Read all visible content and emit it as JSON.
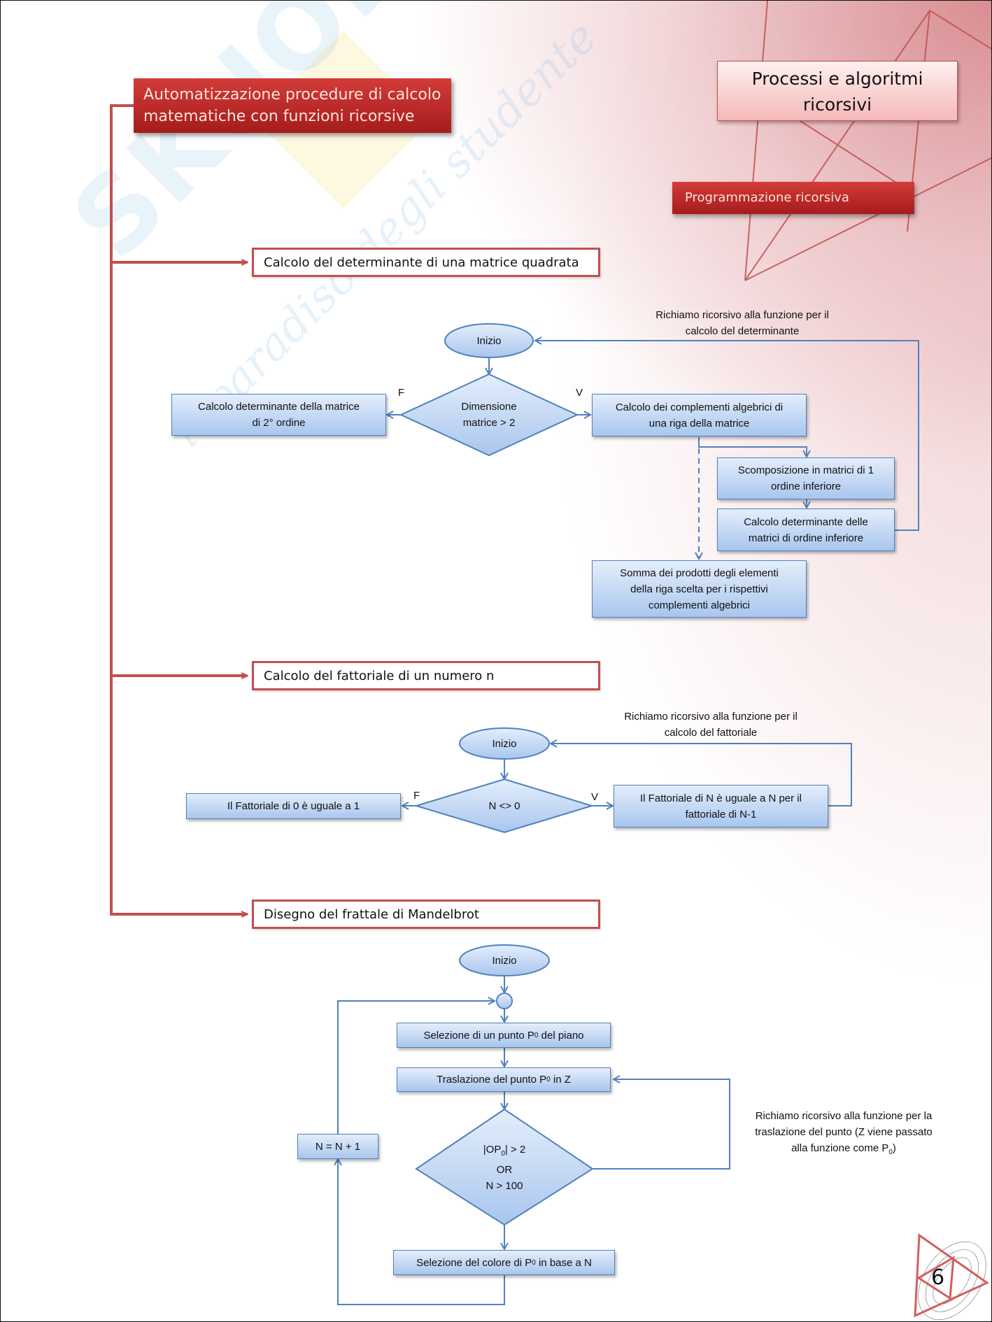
{
  "header": {
    "main_title": "Processi e algoritmi ricorsivi",
    "main_title_lines": [
      "Processi e algoritmi",
      "ricorsivi"
    ],
    "subtitle": "Programmazione ricorsiva",
    "topic_title": "Automatizzazione procedure di calcolo matematiche con funzioni ricorsive",
    "topic_title_lines": [
      "Automatizzazione procedure di calcolo",
      "matematiche con funzioni ricorsive"
    ]
  },
  "watermark": {
    "brand": "SKUOLA.net",
    "tagline": "il paradiso degli studente"
  },
  "sections": [
    {
      "title": "Calcolo del determinante di una matrice quadrata"
    },
    {
      "title": "Calcolo del fattoriale di un numero n"
    },
    {
      "title": "Disegno del frattale di Mandelbrot"
    }
  ],
  "determinant_flow": {
    "start": "Inizio",
    "decision_lines": [
      "Dimensione",
      "matrice > 2"
    ],
    "false_label": "F",
    "true_label": "V",
    "false_branch_lines": [
      "Calcolo determinante della matrice",
      "di 2° ordine"
    ],
    "true_branch_lines": [
      "Calcolo dei complementi algebrici di",
      "una riga della matrice"
    ],
    "decompose_lines": [
      "Scomposizione in matrici di 1",
      "ordine inferiore"
    ],
    "sub_determinant_lines": [
      "Calcolo determinante delle",
      "matrici di ordine inferiore"
    ],
    "sum_lines": [
      "Somma dei prodotti degli elementi",
      "della riga scelta per i rispettivi",
      "complementi algebrici"
    ],
    "recursion_note_lines": [
      "Richiamo ricorsivo alla funzione per il",
      "calcolo del determinante"
    ]
  },
  "factorial_flow": {
    "start": "Inizio",
    "decision": "N <> 0",
    "false_label": "F",
    "true_label": "V",
    "false_branch": "Il Fattoriale di 0 è uguale a 1",
    "true_branch_lines": [
      "Il Fattoriale di N è uguale a N per il",
      "fattoriale di N-1"
    ],
    "recursion_note_lines": [
      "Richiamo ricorsivo alla funzione per il",
      "calcolo del fattoriale"
    ]
  },
  "mandelbrot_flow": {
    "start": "Inizio",
    "select_point": {
      "before": "Selezione di un punto P",
      "sub": "0",
      "after": " del piano"
    },
    "translate_point": {
      "before": "Traslazione del punto P",
      "sub": "0",
      "after": " in Z"
    },
    "decision": {
      "line1_before": "|OP",
      "line1_sub": "0",
      "line1_after": "| > 2",
      "line2": "OR",
      "line3": "N > 100"
    },
    "increment": "N = N + 1",
    "select_color": {
      "before": "Selezione del colore di P",
      "sub": "0",
      "after": " in base a N"
    },
    "recursion_note": {
      "line1": "Richiamo ricorsivo alla funzione per la",
      "line2": "traslazione del punto (Z viene passato",
      "line3_before": "alla funzione come P",
      "line3_sub": "0",
      "line3_after": ")"
    }
  },
  "footer": {
    "page_number": "6"
  },
  "colors": {
    "accent_red": "#c0504d",
    "title_red": "#b52a28",
    "flow_blue": "#4f81bd",
    "box_fill_light": "#e4eefb",
    "box_fill_dark": "#a9c6ee"
  }
}
